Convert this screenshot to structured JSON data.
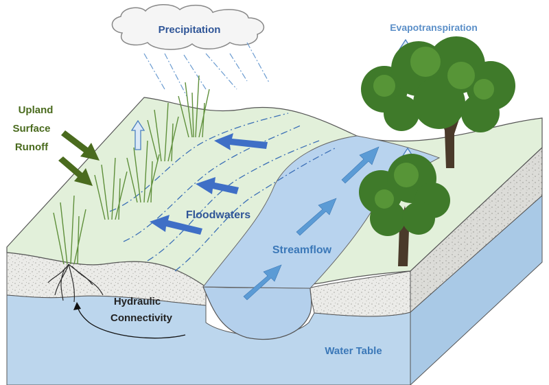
{
  "labels": {
    "precipitation": "Precipitation",
    "evapotranspiration": "Evapotranspiration",
    "upland_line1": "Upland",
    "upland_line2": "Surface",
    "upland_line3": "Runoff",
    "floodwaters": "Floodwaters",
    "streamflow": "Streamflow",
    "hydraulic_line1": "Hydraulic",
    "hydraulic_line2": "Connectivity",
    "water_table": "Water Table"
  },
  "colors": {
    "land_surface": "#e3f1dc",
    "stream": "#bcd6ef",
    "groundwater": "#bdd8ee",
    "soil": "#e9e9e6",
    "flood_arrow": "#3f6fc6",
    "stream_arrow": "#5b9bd5",
    "runoff_arrow": "#4a6b1e",
    "upland_text": "#4a6b1e",
    "blue_text": "#3b78b8",
    "evap_text": "#5b8fc8",
    "precip_text": "#2f5597",
    "dark_text": "#222222"
  },
  "icons": [
    "cloud-icon",
    "tree-icon",
    "grass-icon",
    "root-icon",
    "arrow-icon"
  ]
}
